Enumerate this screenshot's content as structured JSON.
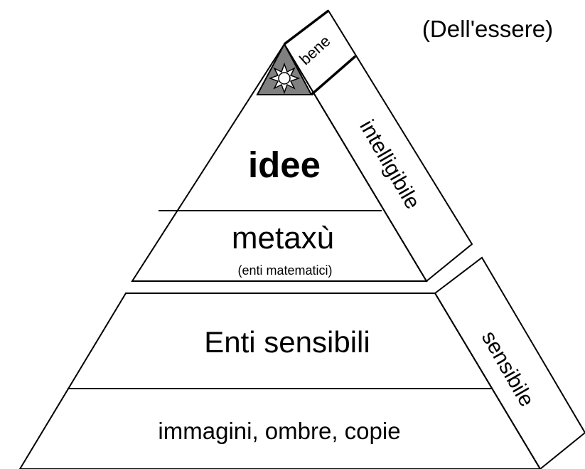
{
  "title": "(Dell'essere)",
  "top_pyramid": {
    "apex_symbol": "sun-icon",
    "apex_fill": "#808080",
    "levels": [
      {
        "label": "idee",
        "sublabel": ""
      },
      {
        "label": "metaxù",
        "sublabel": "(enti matematici)"
      }
    ]
  },
  "bottom_pyramid": {
    "levels": [
      {
        "label": "Enti sensibili"
      },
      {
        "label": "immagini, ombre, copie"
      }
    ]
  },
  "side_bands": {
    "bene": "bene",
    "intelligibile": "intelligibile",
    "sensibile": "sensibile"
  },
  "colors": {
    "line": "#000000",
    "background": "#ffffff",
    "apex_fill": "#808080"
  }
}
